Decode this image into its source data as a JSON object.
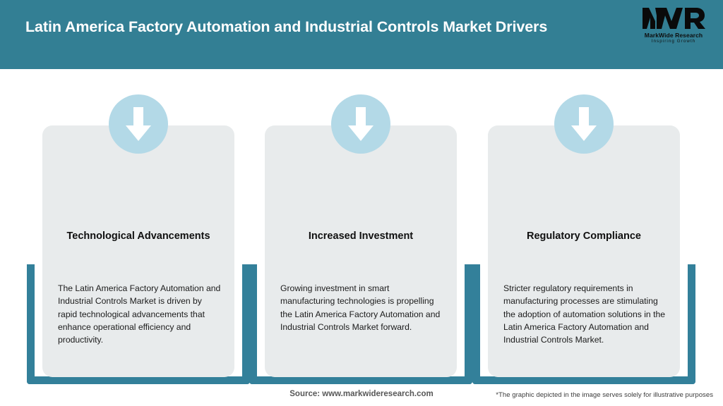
{
  "header": {
    "title": "Latin America Factory Automation and Industrial Controls Market Drivers",
    "background_color": "#337f94",
    "title_color": "#ffffff"
  },
  "logo": {
    "mark": "MWR",
    "name": "MarkWide Research",
    "tagline": "Inspiring Growth"
  },
  "theme": {
    "accent_teal": "#33809a",
    "card_background": "#e8ebec",
    "icon_circle": "#b3d9e7",
    "arrow_color": "#ffffff"
  },
  "cards": [
    {
      "icon": "arrow-down-icon",
      "title": "Technological Advancements",
      "body": "The Latin America Factory Automation and Industrial Controls Market is driven by rapid technological advancements that enhance operational efficiency and productivity."
    },
    {
      "icon": "arrow-down-icon",
      "title": "Increased Investment",
      "body": "Growing investment in smart manufacturing technologies is propelling the Latin America Factory Automation and Industrial Controls Market forward."
    },
    {
      "icon": "arrow-down-icon",
      "title": "Regulatory Compliance",
      "body": "Stricter regulatory requirements in manufacturing processes are stimulating the adoption of automation solutions in the Latin America Factory Automation and Industrial Controls Market."
    }
  ],
  "footer": {
    "source": "Source: www.markwideresearch.com",
    "disclaimer": "*The graphic depicted in the image serves solely for illustrative purposes"
  }
}
